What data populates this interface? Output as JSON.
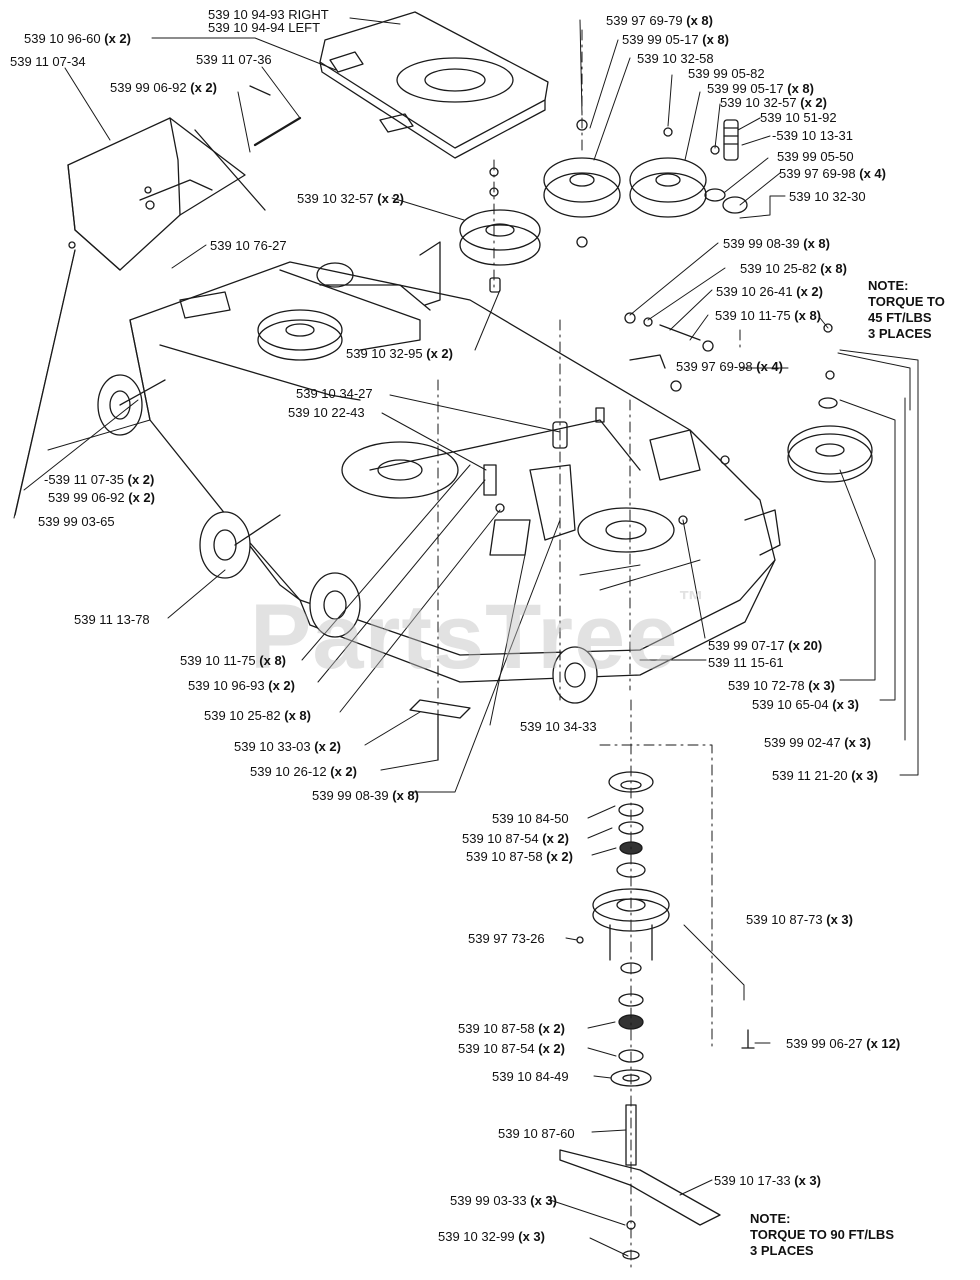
{
  "watermark": {
    "text": "PartsTree",
    "mark": "™"
  },
  "colors": {
    "line": "#1a1a1a",
    "part_fill": "#f2f2f2",
    "dark_fill": "#333333"
  },
  "labels": [
    {
      "id": "l01",
      "part": "539 10 94-93",
      "suffix": " RIGHT",
      "qty": ""
    },
    {
      "id": "l02",
      "part": "539 10 94-94",
      "suffix": " LEFT",
      "qty": ""
    },
    {
      "id": "l03",
      "part": "539 10 96-60",
      "suffix": "",
      "qty": " (x 2)"
    },
    {
      "id": "l04",
      "part": "539 11 07-36",
      "suffix": "",
      "qty": ""
    },
    {
      "id": "l05",
      "part": "539 11 07-34",
      "suffix": "",
      "qty": ""
    },
    {
      "id": "l06",
      "part": "539 99 06-92",
      "suffix": "",
      "qty": " (x 2)"
    },
    {
      "id": "l07",
      "part": "539 97 69-79",
      "suffix": "",
      "qty": " (x 8)"
    },
    {
      "id": "l08",
      "part": "539 99 05-17",
      "suffix": "",
      "qty": " (x 8)"
    },
    {
      "id": "l09",
      "part": "539 10 32-58",
      "suffix": "",
      "qty": ""
    },
    {
      "id": "l10",
      "part": "539 99 05-82",
      "suffix": "",
      "qty": ""
    },
    {
      "id": "l11",
      "part": "539 99 05-17",
      "suffix": "",
      "qty": " (x 8)"
    },
    {
      "id": "l12",
      "part": "539 10 32-57",
      "suffix": "",
      "qty": " (x 2)"
    },
    {
      "id": "l13",
      "part": "539 10 51-92",
      "suffix": "",
      "qty": ""
    },
    {
      "id": "l14",
      "part": "-539 10 13-31",
      "suffix": "",
      "qty": ""
    },
    {
      "id": "l15",
      "part": "539 99 05-50",
      "suffix": "",
      "qty": ""
    },
    {
      "id": "l16",
      "part": "539 97 69-98",
      "suffix": "",
      "qty": " (x 4)"
    },
    {
      "id": "l17",
      "part": "539 10 32-30",
      "suffix": "",
      "qty": ""
    },
    {
      "id": "l18",
      "part": "539 10 32-57",
      "suffix": "",
      "qty": " (x 2)"
    },
    {
      "id": "l19",
      "part": "539 10 76-27",
      "suffix": "",
      "qty": ""
    },
    {
      "id": "l20",
      "part": "539 99 08-39",
      "suffix": "",
      "qty": " (x 8)"
    },
    {
      "id": "l21",
      "part": "539 10 25-82",
      "suffix": "",
      "qty": " (x 8)"
    },
    {
      "id": "l22",
      "part": "539 10 26-41",
      "suffix": "",
      "qty": " (x 2)"
    },
    {
      "id": "l23",
      "part": "539 10 11-75",
      "suffix": "",
      "qty": " (x 8)"
    },
    {
      "id": "l24",
      "part": "539 97 69-98",
      "suffix": "",
      "qty": " (x 4)"
    },
    {
      "id": "l25",
      "part": "539 10 32-95",
      "suffix": "",
      "qty": " (x 2)"
    },
    {
      "id": "l26",
      "part": "539 10 34-27",
      "suffix": "",
      "qty": ""
    },
    {
      "id": "l27",
      "part": "539 10 22-43",
      "suffix": "",
      "qty": ""
    },
    {
      "id": "l28",
      "part": "-539 11 07-35",
      "suffix": "",
      "qty": " (x 2)"
    },
    {
      "id": "l29",
      "part": "539 99 06-92",
      "suffix": "",
      "qty": " (x 2)"
    },
    {
      "id": "l30",
      "part": "539 99 03-65",
      "suffix": "",
      "qty": ""
    },
    {
      "id": "l31",
      "part": "539 11 13-78",
      "suffix": "",
      "qty": ""
    },
    {
      "id": "l32",
      "part": "539 99 07-17",
      "suffix": "",
      "qty": " (x 20)"
    },
    {
      "id": "l33",
      "part": "539 11 15-61",
      "suffix": "",
      "qty": ""
    },
    {
      "id": "l34",
      "part": "539 10 11-75",
      "suffix": "",
      "qty": " (x 8)"
    },
    {
      "id": "l35",
      "part": "539 10 96-93",
      "suffix": "",
      "qty": " (x 2)"
    },
    {
      "id": "l36",
      "part": "539 10 72-78",
      "suffix": "",
      "qty": " (x 3)"
    },
    {
      "id": "l37",
      "part": "539 10 65-04",
      "suffix": "",
      "qty": " (x 3)"
    },
    {
      "id": "l38",
      "part": "539 10 25-82",
      "suffix": "",
      "qty": " (x 8)"
    },
    {
      "id": "l39",
      "part": "539 10 34-33",
      "suffix": "",
      "qty": ""
    },
    {
      "id": "l40",
      "part": "539 10 33-03",
      "suffix": "",
      "qty": " (x 2)"
    },
    {
      "id": "l41",
      "part": "539 99 02-47",
      "suffix": "",
      "qty": " (x 3)"
    },
    {
      "id": "l42",
      "part": "539 10 26-12",
      "suffix": "",
      "qty": " (x 2)"
    },
    {
      "id": "l43",
      "part": "539 11 21-20",
      "suffix": "",
      "qty": " (x 3)"
    },
    {
      "id": "l44",
      "part": "539 99 08-39",
      "suffix": "",
      "qty": " (x 8)"
    },
    {
      "id": "l45",
      "part": "539 10 84-50",
      "suffix": "",
      "qty": ""
    },
    {
      "id": "l46",
      "part": "539 10 87-54",
      "suffix": "",
      "qty": " (x 2)"
    },
    {
      "id": "l47",
      "part": "539 10 87-58",
      "suffix": "",
      "qty": " (x 2)"
    },
    {
      "id": "l48",
      "part": "539 10 87-73",
      "suffix": "",
      "qty": " (x 3)"
    },
    {
      "id": "l49",
      "part": "539 97 73-26",
      "suffix": "",
      "qty": ""
    },
    {
      "id": "l50",
      "part": "539 10 87-58",
      "suffix": "",
      "qty": " (x 2)"
    },
    {
      "id": "l51",
      "part": "539 99 06-27",
      "suffix": "",
      "qty": " (x 12)"
    },
    {
      "id": "l52",
      "part": "539 10 87-54",
      "suffix": "",
      "qty": " (x 2)"
    },
    {
      "id": "l53",
      "part": "539 10 84-49",
      "suffix": "",
      "qty": ""
    },
    {
      "id": "l54",
      "part": "539 10 87-60",
      "suffix": "",
      "qty": ""
    },
    {
      "id": "l55",
      "part": "539 10 17-33",
      "suffix": "",
      "qty": " (x 3)"
    },
    {
      "id": "l56",
      "part": "539 99 03-33",
      "suffix": "",
      "qty": " (x 3)"
    },
    {
      "id": "l57",
      "part": "539 10 32-99",
      "suffix": "",
      "qty": " (x 3)"
    }
  ],
  "notes": [
    {
      "id": "n1",
      "lines": [
        "NOTE:",
        "TORQUE TO",
        "45 FT/LBS",
        "3 PLACES"
      ]
    },
    {
      "id": "n2",
      "lines": [
        "NOTE:",
        "TORQUE TO 90 FT/LBS",
        "3 PLACES"
      ]
    }
  ]
}
